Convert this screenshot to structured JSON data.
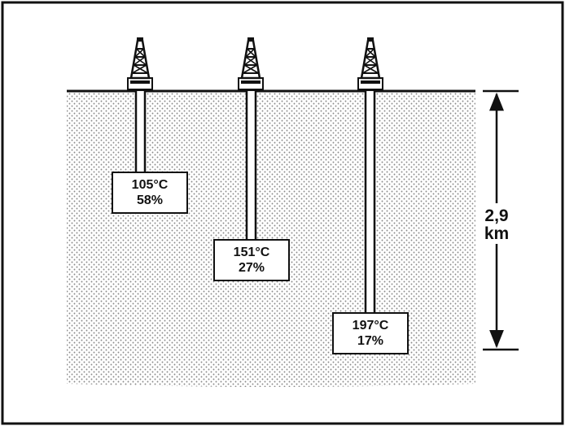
{
  "wells": [
    {
      "temperature": "105°C",
      "percent": "58%"
    },
    {
      "temperature": "151°C",
      "percent": "27%"
    },
    {
      "temperature": "197°C",
      "percent": "17%"
    }
  ],
  "depth": {
    "value": "2,9",
    "unit": "km"
  },
  "colors": {
    "ink": "#111111",
    "ground_dots": "#8a8a8a",
    "background": "#ffffff"
  },
  "icons": [
    "drilling-rig-icon",
    "drilling-rig-icon",
    "drilling-rig-icon",
    "up-arrow-icon",
    "down-arrow-icon"
  ]
}
